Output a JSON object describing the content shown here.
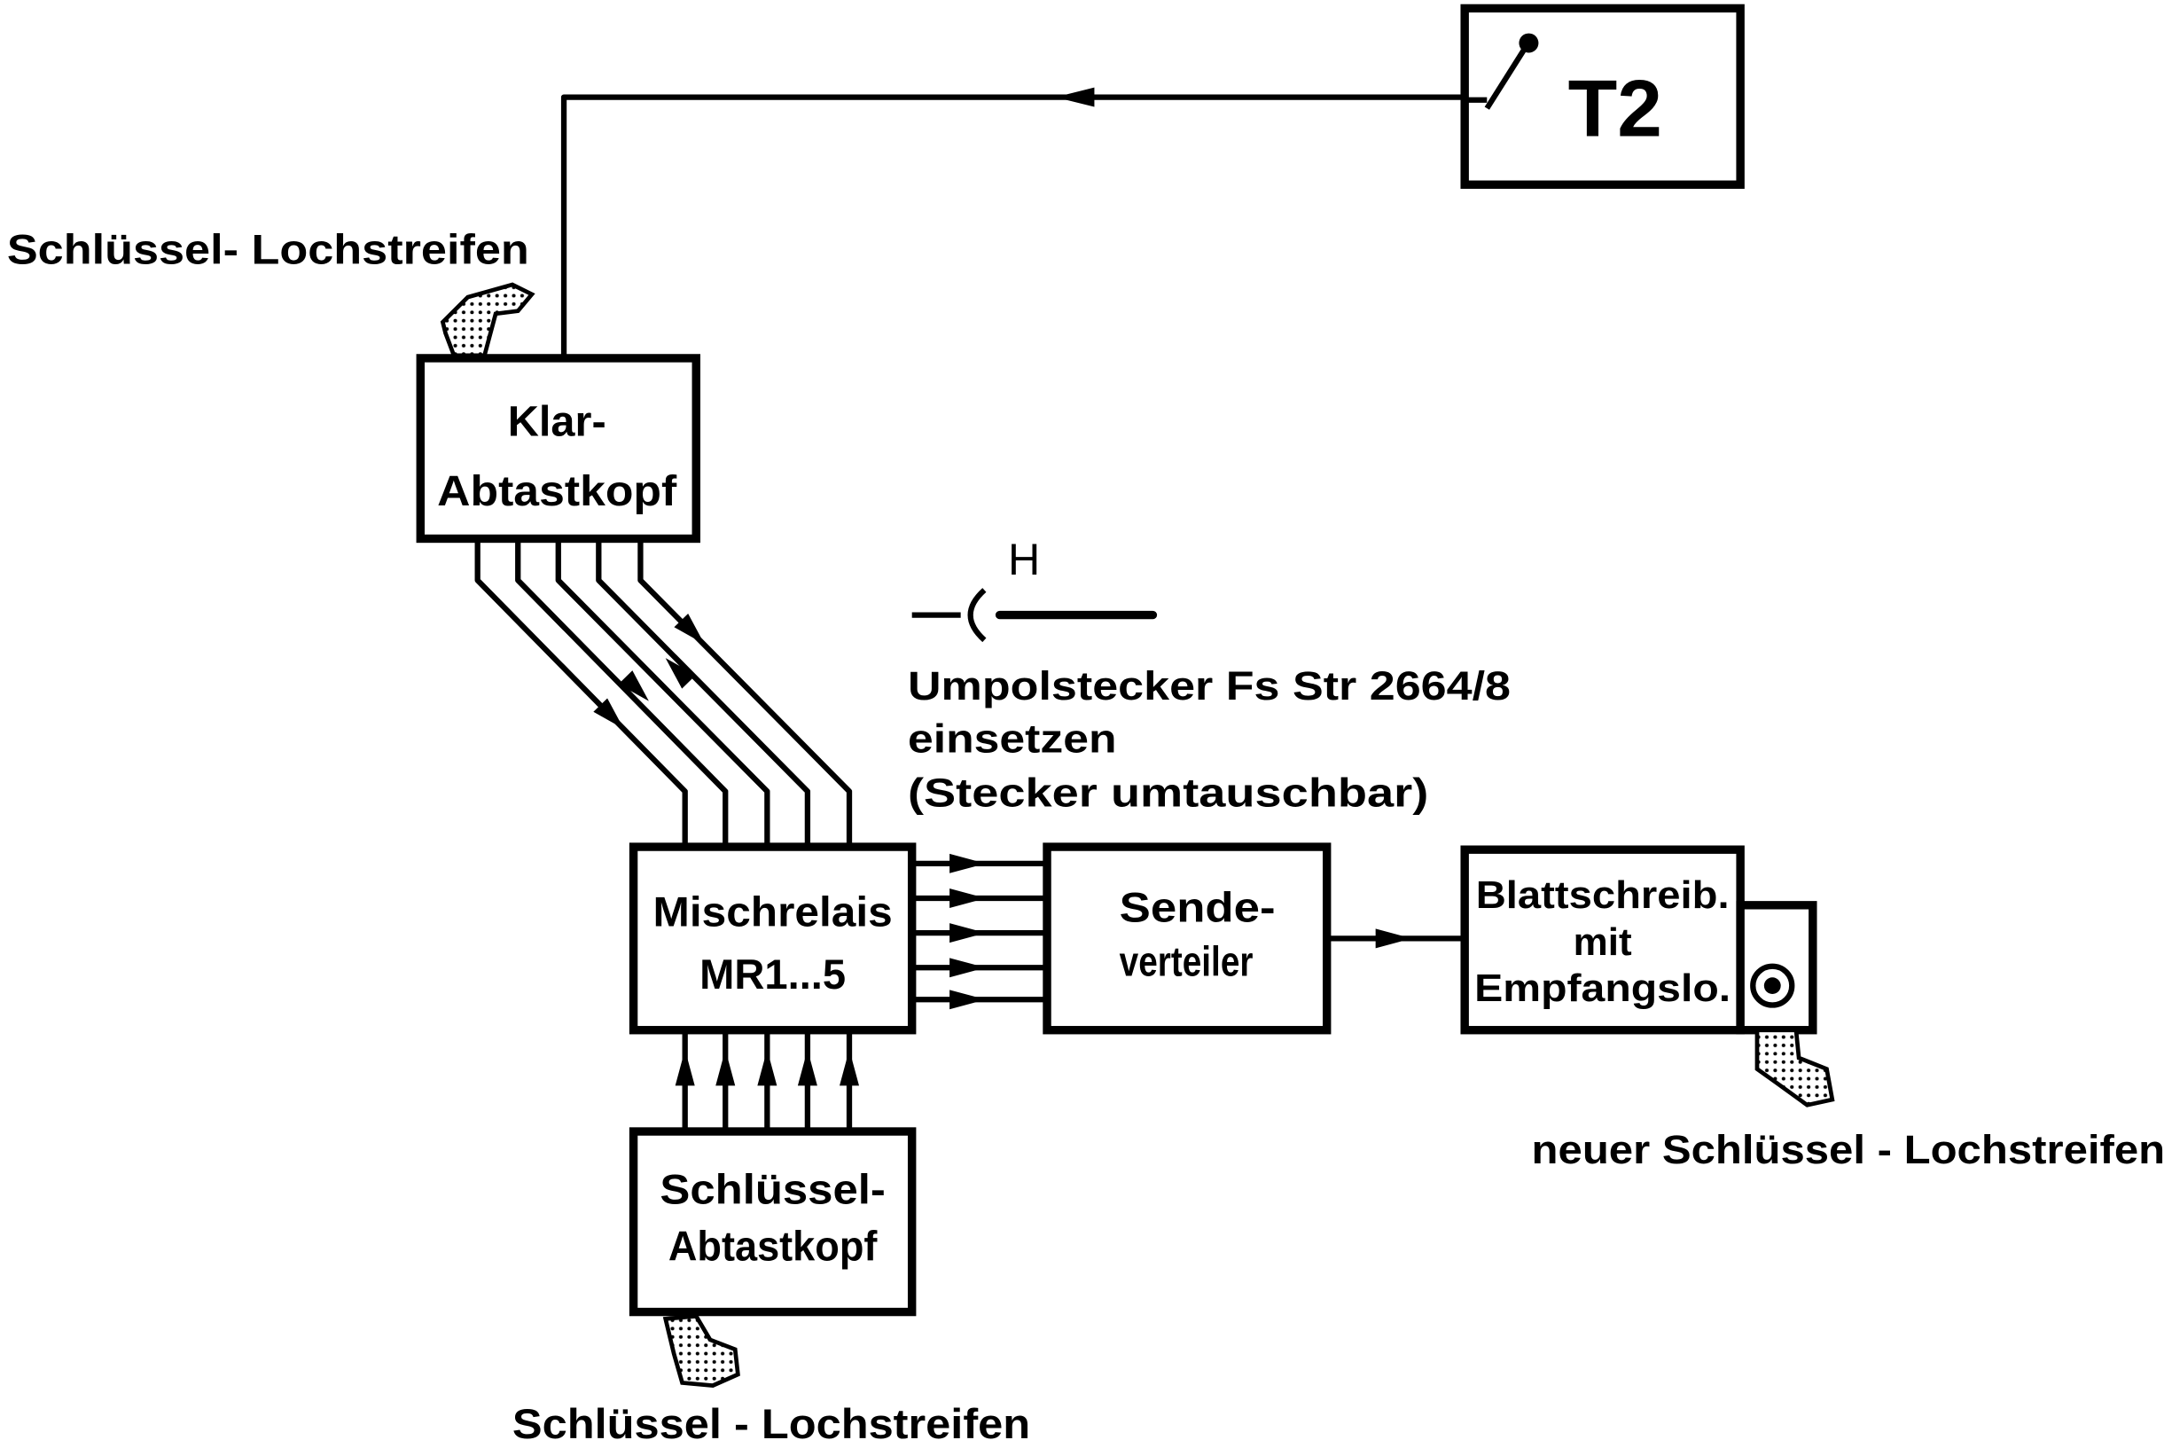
{
  "diagram": {
    "key_tape_top_label": "Schlüssel- Lochstreifen",
    "t2": "T2",
    "klar_head": {
      "line1": "Klar-",
      "line2": "Abtastkopf"
    },
    "plug": {
      "symbol": "H",
      "line1": "Umpolstecker Fs Str 2664/8",
      "line2": "einsetzen",
      "line3": "(Stecker umtauschbar)"
    },
    "mixer": {
      "line1": "Mischrelais",
      "line2": "MR1...5"
    },
    "distributor": {
      "line1": "Sende-",
      "line2": "verteiler"
    },
    "teleprinter": {
      "line1": "Blattschreib.",
      "line2": "mit",
      "line3": "Empfangslo."
    },
    "new_tape_label": "neuer Schlüssel - Lochstreifen",
    "key_head": {
      "line1": "Schlüssel-",
      "line2": "Abtastkopf"
    },
    "key_tape_bottom_label": "Schlüssel - Lochstreifen"
  },
  "colors": {
    "ink": "#000000",
    "background": "#ffffff"
  }
}
